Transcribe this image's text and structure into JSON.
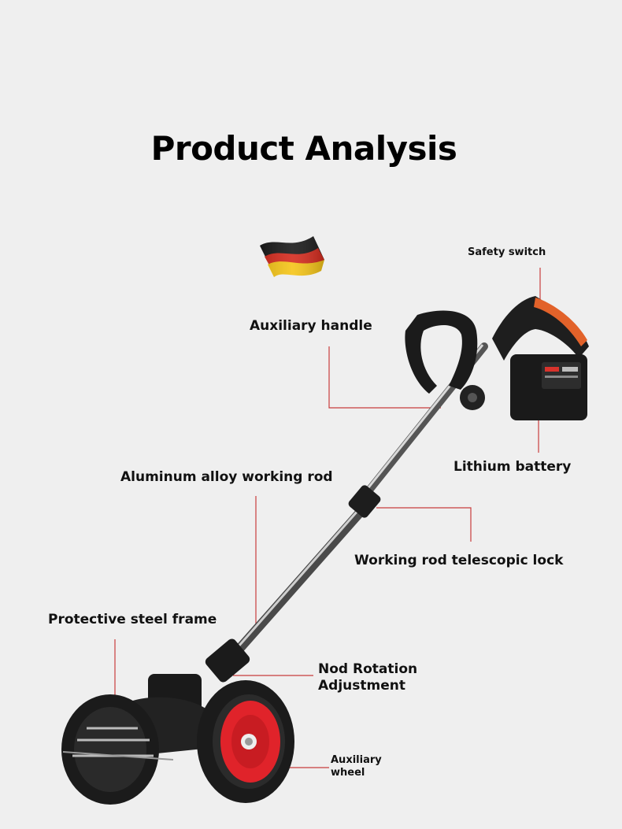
{
  "title": "Product Analysis",
  "flag_colors": [
    "#1a1a1a",
    "#d52b1e",
    "#f5c518"
  ],
  "accent_color": "#e2622a",
  "line_color": "#c83c3c",
  "labels": {
    "safety_switch": "Safety switch",
    "auxiliary_handle": "Auxiliary handle",
    "lithium_battery": "Lithium battery",
    "working_rod": "Aluminum alloy working rod",
    "telescopic_lock": "Working rod telescopic lock",
    "steel_frame": "Protective steel frame",
    "nod_rotation_line1": "Nod Rotation",
    "nod_rotation_line2": "Adjustment",
    "auxiliary_wheel_line1": "Auxiliary",
    "auxiliary_wheel_line2": "wheel"
  }
}
